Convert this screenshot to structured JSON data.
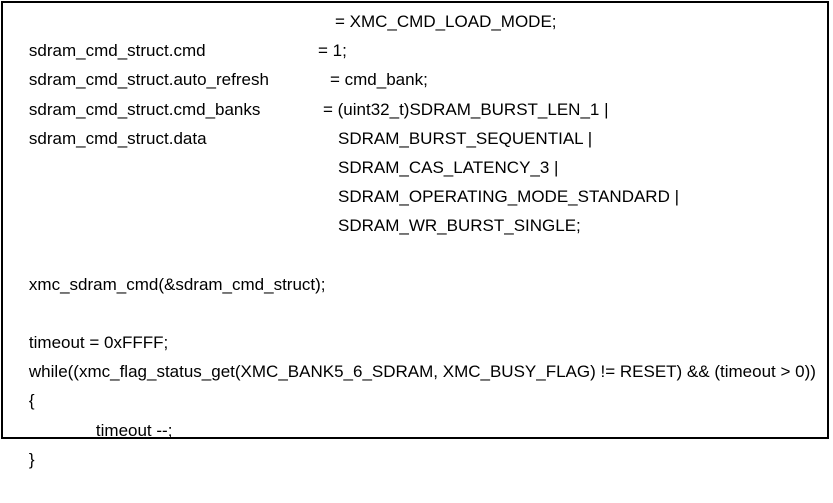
{
  "page": {
    "background_color": "#ffffff",
    "border_color": "#000000",
    "text_color": "#000000"
  },
  "code": {
    "language": "c",
    "lines": [
      {
        "left": "sdram_cmd_struct.cmd",
        "right": "= XMC_CMD_LOAD_MODE;"
      },
      {
        "left": "sdram_cmd_struct.auto_refresh",
        "right": "= 1;"
      },
      {
        "left": "sdram_cmd_struct.cmd_banks",
        "right": "= cmd_bank;"
      },
      {
        "left": "sdram_cmd_struct.data",
        "right": "= (uint32_t)SDRAM_BURST_LEN_1 |"
      },
      {
        "left": "",
        "right": "SDRAM_BURST_SEQUENTIAL |"
      },
      {
        "left": "",
        "right": "SDRAM_CAS_LATENCY_3 |"
      },
      {
        "left": "",
        "right": "SDRAM_OPERATING_MODE_STANDARD |"
      },
      {
        "left": "",
        "right": "SDRAM_WR_BURST_SINGLE;"
      },
      {
        "left": "xmc_sdram_cmd(&sdram_cmd_struct);",
        "right": ""
      },
      {
        "left": "",
        "right": ""
      },
      {
        "left": "timeout = 0xFFFF;",
        "right": ""
      },
      {
        "left": "while((xmc_flag_status_get(XMC_BANK5_6_SDRAM, XMC_BUSY_FLAG) != RESET) && (timeout > 0))",
        "right": ""
      },
      {
        "left": "{",
        "right": ""
      },
      {
        "left": "timeout --;",
        "right": ""
      },
      {
        "left": "}",
        "right": ""
      }
    ]
  }
}
